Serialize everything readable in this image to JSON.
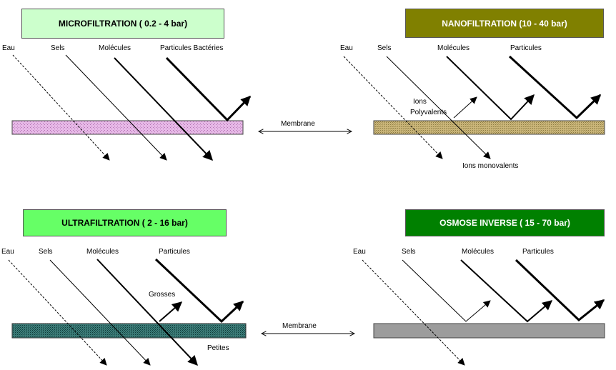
{
  "titles": {
    "micro": "MICROFILTRATION ( 0.2  - 4 bar)",
    "nano": "NANOFILTRATION (10 - 40 bar)",
    "ultra": "ULTRAFILTRATION ( 2 - 16 bar)",
    "osmose": "OSMOSE INVERSE ( 15 - 70  bar)"
  },
  "micro_labels": {
    "eau": "Eau",
    "sels": "Sels",
    "molecules": "Molécules",
    "particules": "Particules Bactéries"
  },
  "nano_labels": {
    "eau": "Eau",
    "sels": "Sels",
    "molecules": "Molécules",
    "particules": "Particules",
    "ions": "Ions",
    "polyvalents": "Polyvalents",
    "monovalents": "Ions monovalents"
  },
  "ultra_labels": {
    "eau": "Eau",
    "sels": "Sels",
    "molecules": "Molécules",
    "particules": "Particules",
    "grosses": "Grosses",
    "petites": "Petites"
  },
  "osmose_labels": {
    "eau": "Eau",
    "sels": "Sels",
    "molecules": "Molécules",
    "particules": "Particules"
  },
  "membrane_labels": {
    "top": "Membrane",
    "bottom": "Membrane"
  },
  "colors": {
    "micro_membrane": "#e0a8e0",
    "nano_membrane": "#c8b070",
    "ultra_membrane": "#2f6f6f",
    "osmose_membrane": "#999999",
    "micro_title_bg": "#ccffcc",
    "nano_title_bg": "#808000",
    "ultra_title_bg": "#66ff66",
    "osmose_title_bg": "#008000"
  }
}
